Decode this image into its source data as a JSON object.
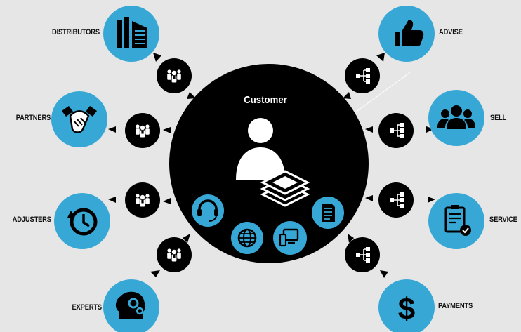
{
  "center": {
    "title": "Customer",
    "channels": [
      "headset-icon",
      "globe-icon",
      "devices-icon",
      "document-icon"
    ]
  },
  "left_nodes": [
    {
      "label": "DISTRIBUTORS",
      "icon": "building-icon",
      "connector": "people-group-icon"
    },
    {
      "label": "PARTNERS",
      "icon": "handshake-icon",
      "connector": "people-group-icon"
    },
    {
      "label": "ADJUSTERS",
      "icon": "clock-history-icon",
      "connector": "people-group-icon"
    },
    {
      "label": "EXPERTS",
      "icon": "brain-gears-icon",
      "connector": "people-group-icon"
    }
  ],
  "right_nodes": [
    {
      "label": "ADVISE",
      "icon": "thumbs-up-icon",
      "connector": "network-icon"
    },
    {
      "label": "SELL",
      "icon": "team-icon",
      "connector": "network-icon"
    },
    {
      "label": "SERVICE",
      "icon": "clipboard-check-icon",
      "connector": "network-icon"
    },
    {
      "label": "PAYMENTS",
      "icon": "dollar-icon",
      "connector": "network-icon"
    }
  ],
  "colors": {
    "background": "#e6e6e6",
    "hub": "#000000",
    "accent": "#37a8d6",
    "connector": "#000000",
    "text": "#111111",
    "icon_fill": "#ffffff",
    "icon_dark": "#000000"
  }
}
